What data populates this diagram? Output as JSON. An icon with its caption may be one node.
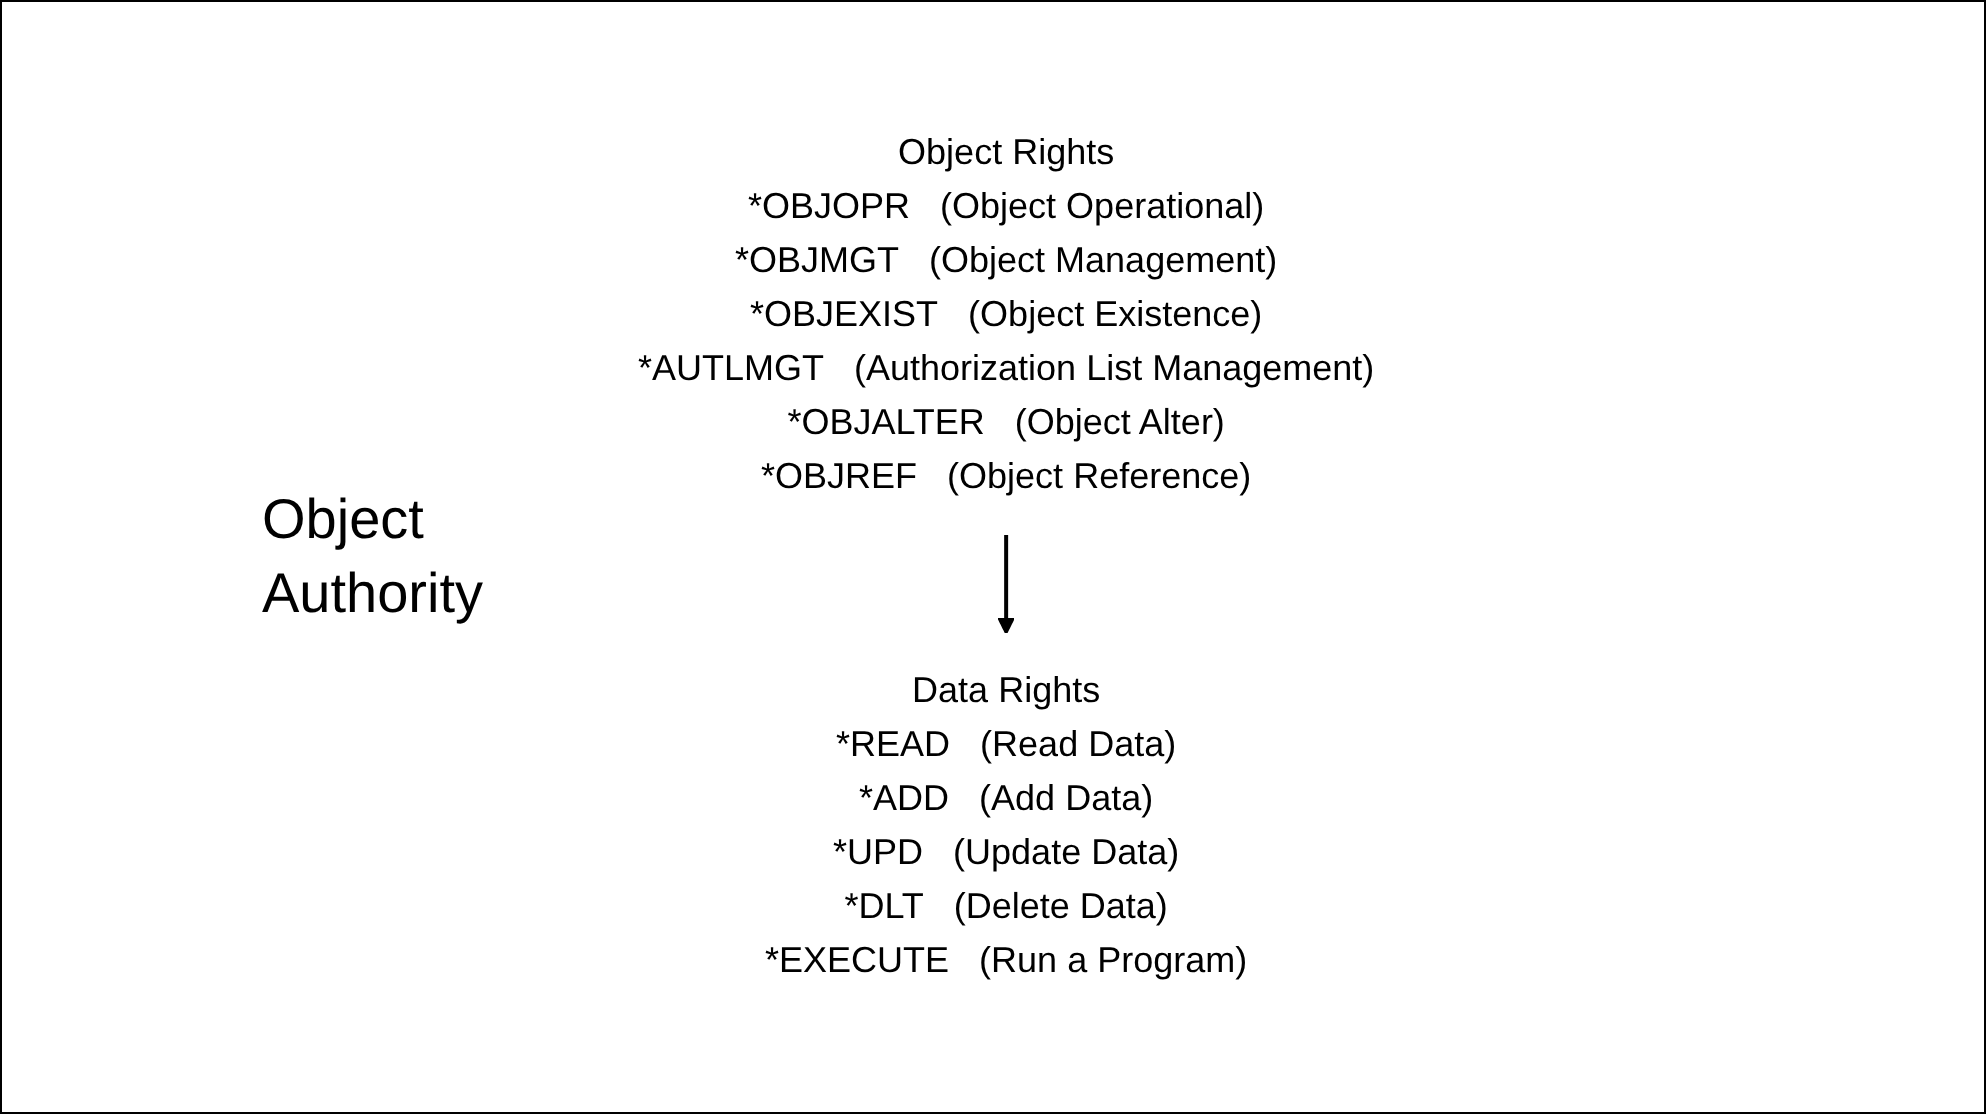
{
  "diagram": {
    "nodes": [
      {
        "text": [
          "Object Rights",
          "*OBJOPR",
          "(Object Operational)",
          "*OBJMGT",
          "(Object Management)",
          "*OBJEXIST",
          "(Object Existence)",
          "*AUTLMGT",
          "(Authorization List Management)",
          "*OBJALTER",
          "(Object Alter)",
          "*OBJREF",
          "(Object Reference)"
        ]
      },
      {
        "text": [
          "Data Rights",
          "*READ",
          "(Read Data)",
          "*ADD",
          "(Add Data)",
          "*UPD",
          "(Update Data)",
          "*DLT",
          "(Delete Data)",
          "*EXECUTE",
          "(Run a Program)"
        ]
      }
    ],
    "edges": [
      {
        "from": 0,
        "to": 1,
        "arrow": "to"
      }
    ],
    "labels": [
      "Object Authority"
    ]
  }
}
